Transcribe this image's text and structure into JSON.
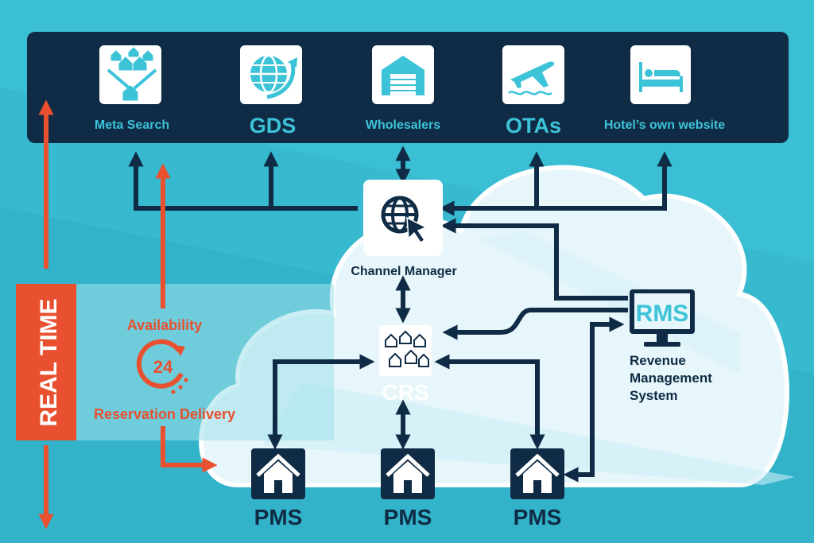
{
  "channels": [
    {
      "label": "Meta Search",
      "icon": "meta-search-icon"
    },
    {
      "label": "GDS",
      "icon": "globe-icon"
    },
    {
      "label": "Wholesalers",
      "icon": "warehouse-icon"
    },
    {
      "label": "OTAs",
      "icon": "airplane-icon"
    },
    {
      "label": "Hotel’s own website",
      "icon": "bed-icon"
    }
  ],
  "channel_manager": {
    "label": "Channel Manager",
    "icon": "globe-cursor-icon"
  },
  "crs": {
    "label": "CRS",
    "icon": "houses-icon"
  },
  "rms": {
    "screen_label": "RMS",
    "caption_lines": [
      "Revenue",
      "Management",
      "System"
    ],
    "icon": "monitor-icon"
  },
  "pms": [
    {
      "label": "PMS",
      "icon": "house-icon"
    },
    {
      "label": "PMS",
      "icon": "house-icon"
    },
    {
      "label": "PMS",
      "icon": "house-icon"
    }
  ],
  "real_time": {
    "label": "REAL TIME"
  },
  "availability": {
    "label": "Availability",
    "clock_text": "24",
    "icon": "24-hour-icon"
  },
  "reservation_delivery": {
    "label": "Reservation Delivery"
  },
  "colors": {
    "background": "#3bbfd4",
    "panel": "#0f2b45",
    "accent_orange": "#e8502f",
    "cloud": "#e6f6fa",
    "teal_text": "#3dc3d8"
  }
}
